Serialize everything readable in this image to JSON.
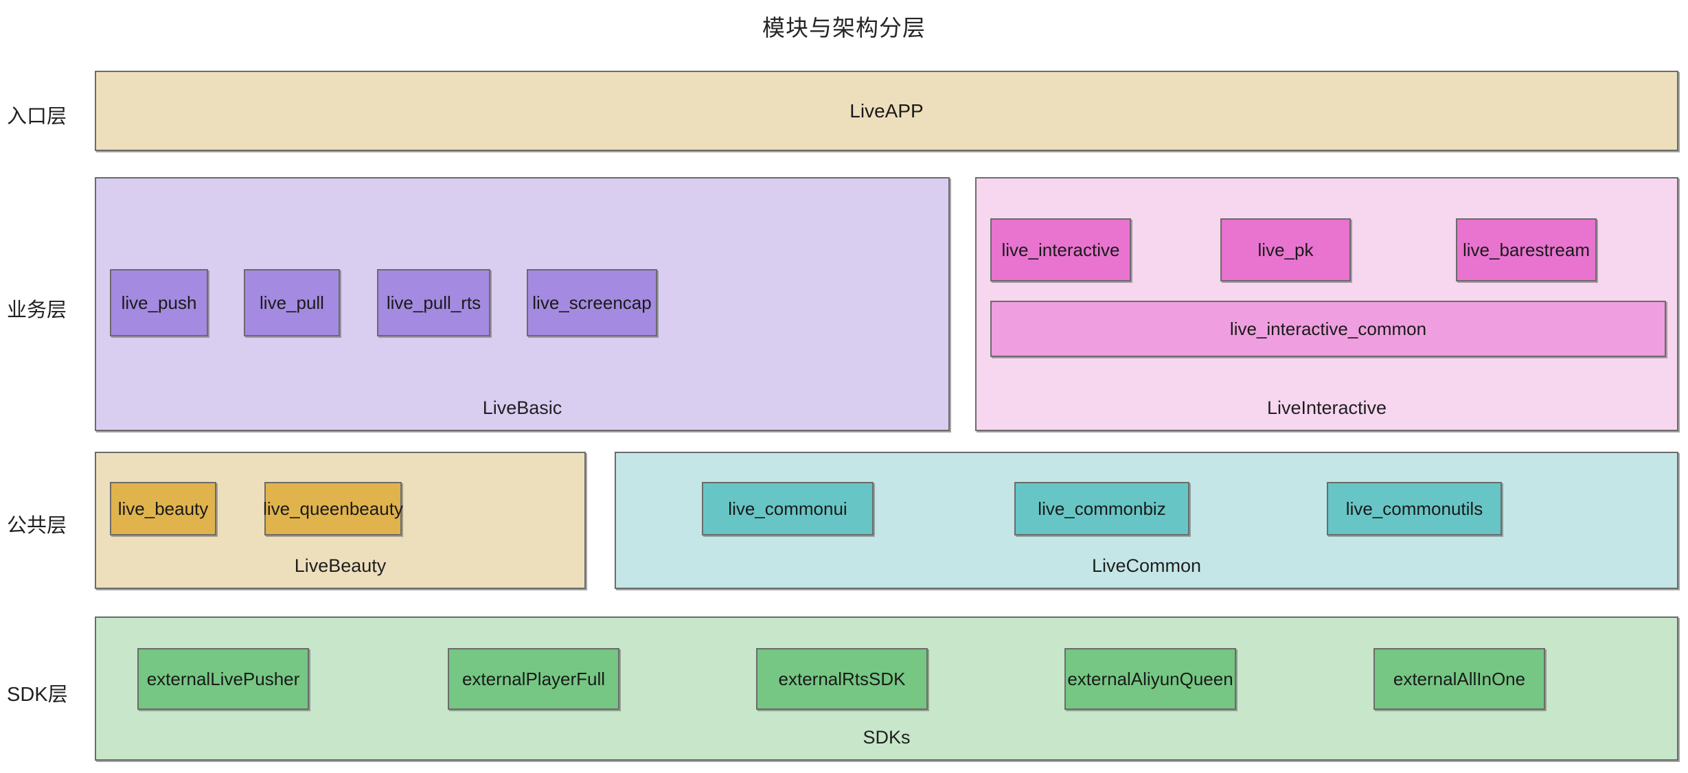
{
  "title": "模块与架构分层",
  "layers": [
    {
      "id": "entry",
      "label": "入口层"
    },
    {
      "id": "business",
      "label": "业务层"
    },
    {
      "id": "public",
      "label": "公共层"
    },
    {
      "id": "sdk",
      "label": "SDK层"
    }
  ],
  "groups": {
    "liveapp": {
      "name": "LiveAPP",
      "fill": "#eddfbc",
      "layer": "入口层"
    },
    "livebasic": {
      "caption": "LiveBasic",
      "fill": "#d9cdf0",
      "module_fill": "#a48ae0",
      "modules": [
        {
          "label": "live_push"
        },
        {
          "label": "live_pull"
        },
        {
          "label": "live_pull_rts"
        },
        {
          "label": "live_screencap"
        }
      ]
    },
    "liveinteractive": {
      "caption": "LiveInteractive",
      "fill": "#f7d6f0",
      "module_fill": "#e874cf",
      "modules": [
        {
          "label": "live_interactive"
        },
        {
          "label": "live_pk"
        },
        {
          "label": "live_barestream"
        }
      ],
      "wide_module": {
        "label": "live_interactive_common",
        "fill": "#ef9fe0"
      }
    },
    "livebeauty": {
      "caption": "LiveBeauty",
      "fill": "#eddfbc",
      "module_fill": "#e0b34d",
      "modules": [
        {
          "label": "live_beauty"
        },
        {
          "label": "live_queenbeauty"
        }
      ]
    },
    "livecommon": {
      "caption": "LiveCommon",
      "fill": "#c4e6e6",
      "module_fill": "#67c5c5",
      "modules": [
        {
          "label": "live_commonui"
        },
        {
          "label": "live_commonbiz"
        },
        {
          "label": "live_commonutils"
        }
      ]
    },
    "sdks": {
      "caption": "SDKs",
      "fill": "#c8e6c9",
      "module_fill": "#75c783",
      "modules": [
        {
          "label": "externalLivePusher"
        },
        {
          "label": "externalPlayerFull"
        },
        {
          "label": "externalRtsSDK"
        },
        {
          "label": "externalAliyunQueen"
        },
        {
          "label": "externalAllInOne"
        }
      ]
    }
  },
  "style": {
    "border_color": "#6b6b6b",
    "text_color": "#1a1a1a",
    "background": "#ffffff"
  }
}
